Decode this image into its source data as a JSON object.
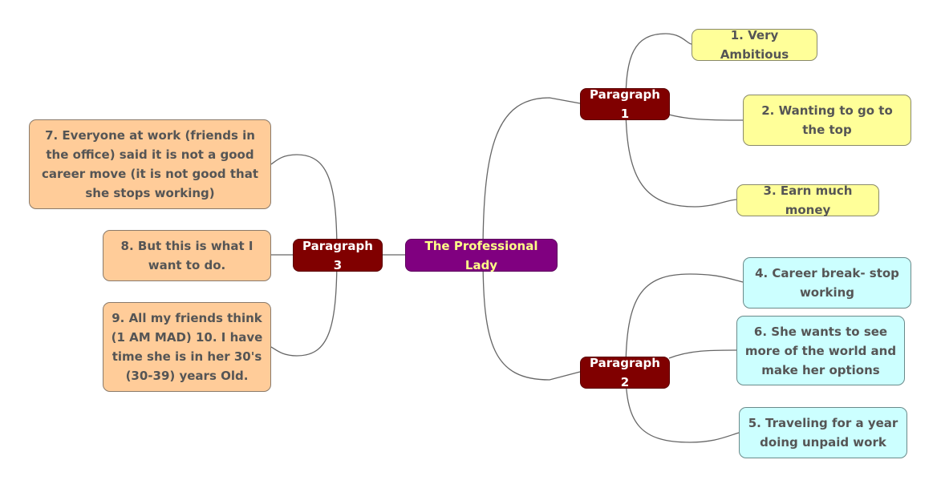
{
  "root": {
    "label": "The Professional Lady"
  },
  "branches": {
    "p1": {
      "label": "Paragraph 1"
    },
    "p2": {
      "label": "Paragraph 2"
    },
    "p3": {
      "label": "Paragraph 3"
    }
  },
  "leaves": {
    "l1": "1. Very Ambitious",
    "l2": "2. Wanting to go to the top",
    "l3": "3. Earn much money",
    "l4": "4. Career break- stop working",
    "l5": "5. Traveling for a year doing unpaid work",
    "l6": "6. She wants to see more of the world and make her options",
    "l7": "7. Everyone at work (friends in the office) said it is not a good career move (it is not good that she stops working)",
    "l8": "8. But this is what I want to do.",
    "l9": "9. All my friends think (1 AM MAD) 10. I have time she is in her 30's (30-39) years Old."
  },
  "colors": {
    "root": "#800080",
    "branch": "#800000",
    "paragraph1_leaves": "#ffff99",
    "paragraph2_leaves": "#ccffff",
    "paragraph3_leaves": "#ffcc99",
    "connector": "#666666"
  }
}
